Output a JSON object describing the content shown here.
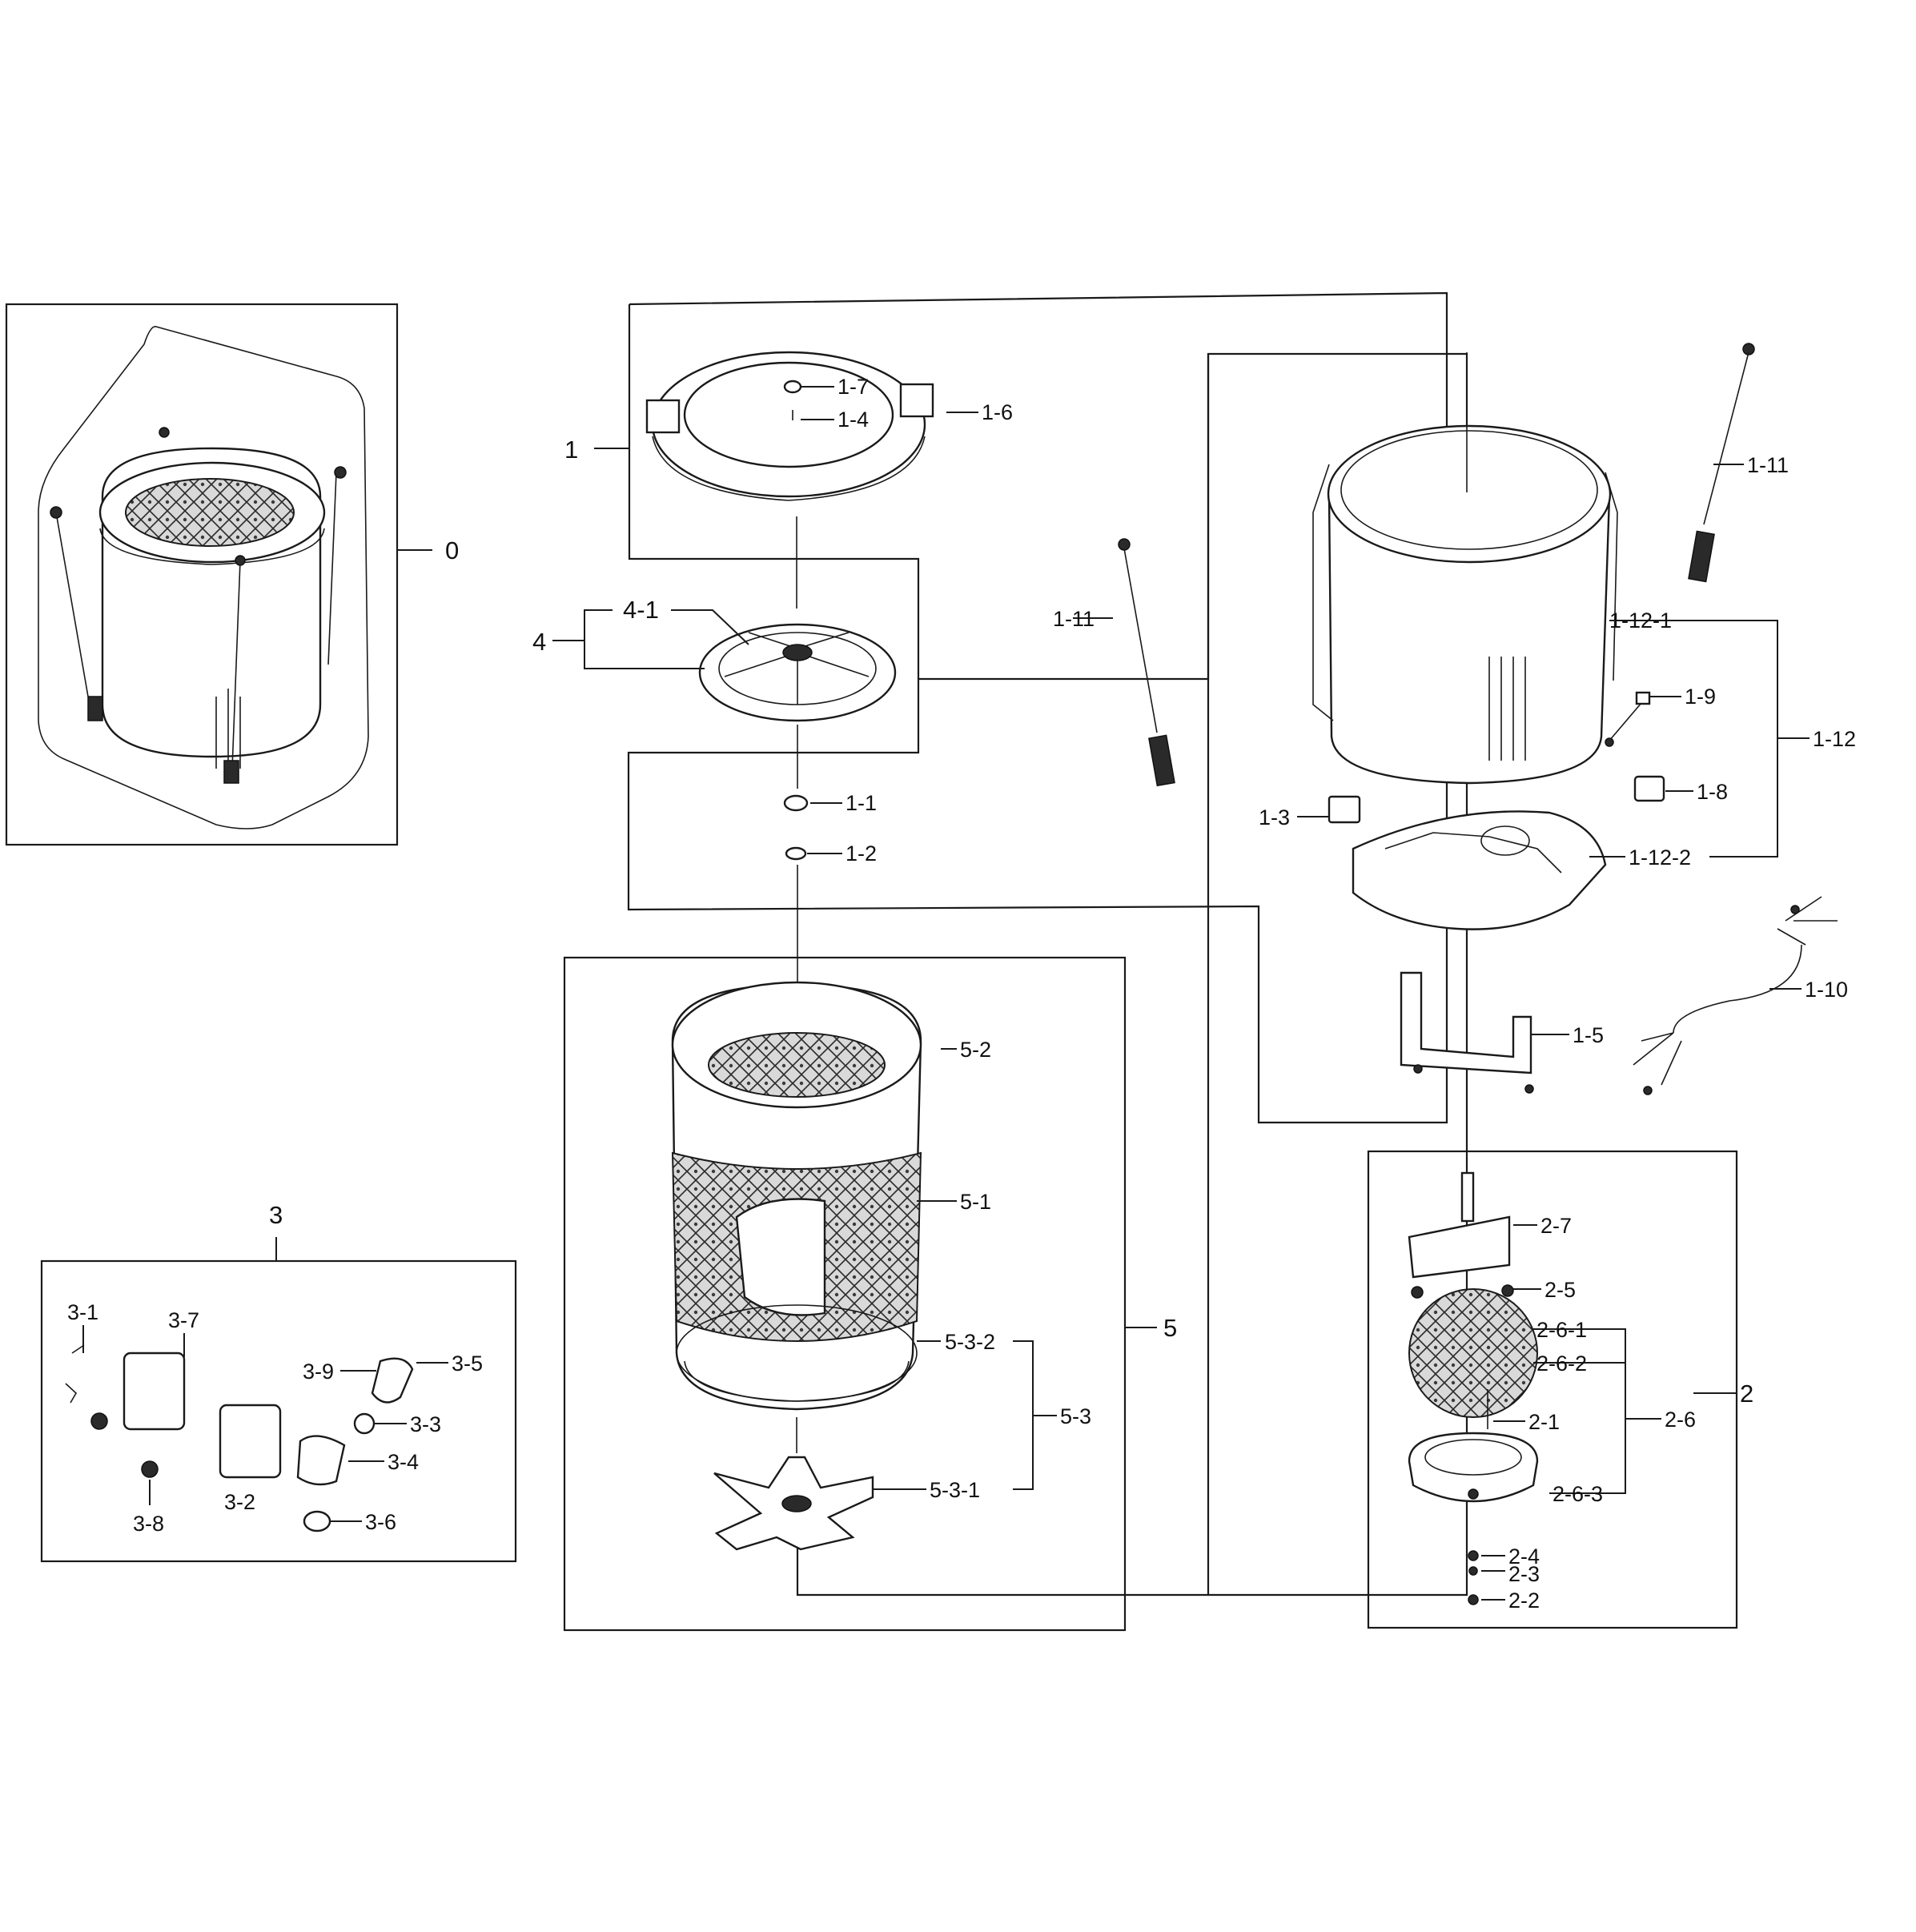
{
  "labels": {
    "l_0": "0",
    "l_1": "1",
    "l_1_1": "1-1",
    "l_1_2": "1-2",
    "l_1_3": "1-3",
    "l_1_4": "1-4",
    "l_1_5": "1-5",
    "l_1_6": "1-6",
    "l_1_7": "1-7",
    "l_1_8": "1-8",
    "l_1_9": "1-9",
    "l_1_10": "1-10",
    "l_1_11a": "1-11",
    "l_1_11b": "1-11",
    "l_1_12": "1-12",
    "l_1_12_1": "1-12-1",
    "l_1_12_2": "1-12-2",
    "l_2": "2",
    "l_2_1": "2-1",
    "l_2_2": "2-2",
    "l_2_3": "2-3",
    "l_2_4": "2-4",
    "l_2_5": "2-5",
    "l_2_6": "2-6",
    "l_2_6_1": "2-6-1",
    "l_2_6_2": "2-6-2",
    "l_2_6_3": "2-6-3",
    "l_2_7": "2-7",
    "l_3": "3",
    "l_3_1": "3-1",
    "l_3_2": "3-2",
    "l_3_3": "3-3",
    "l_3_4": "3-4",
    "l_3_5": "3-5",
    "l_3_6": "3-6",
    "l_3_7": "3-7",
    "l_3_8": "3-8",
    "l_3_9": "3-9",
    "l_4": "4",
    "l_4_1": "4-1",
    "l_5": "5",
    "l_5_1": "5-1",
    "l_5_2": "5-2",
    "l_5_3": "5-3",
    "l_5_3_1": "5-3-1",
    "l_5_3_2": "5-3-2"
  }
}
